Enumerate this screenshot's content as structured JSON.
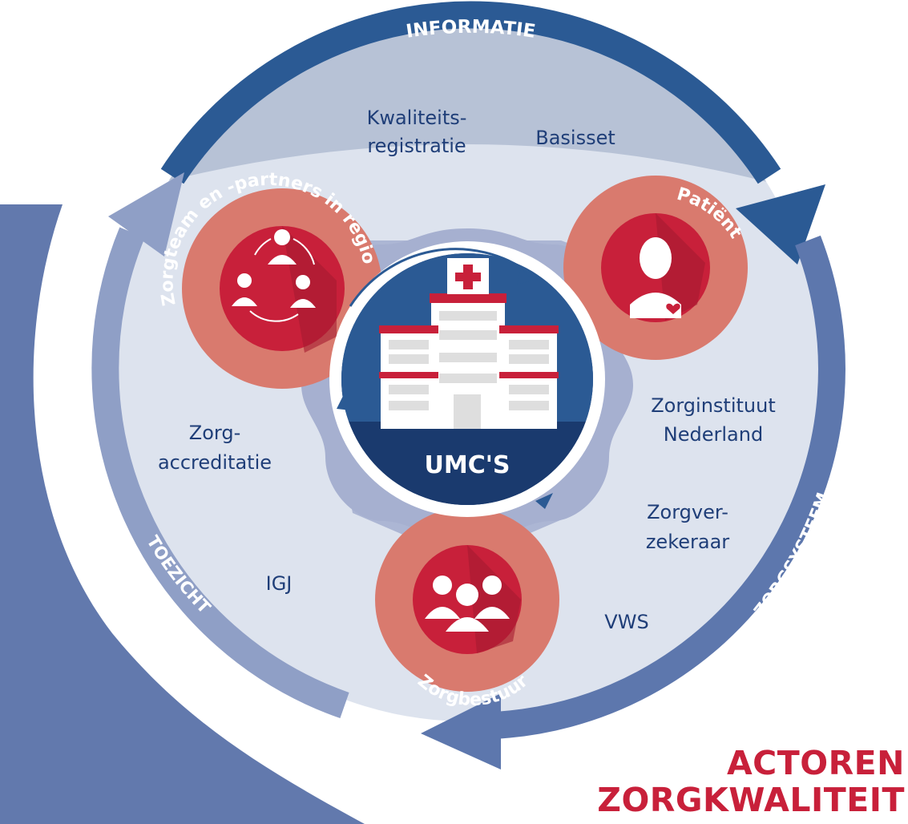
{
  "ring_labels": {
    "top": "INFORMATIE",
    "left": "TOEZICHT",
    "right": "ZORGSYSTEEM"
  },
  "actors": {
    "top_left": "Zorgteam en -partners in regio",
    "top_right": "Patiënt",
    "bottom": "Zorgbestuur"
  },
  "center": {
    "label": "UMC'S"
  },
  "labels": {
    "kwaliteit_line1": "Kwaliteits-",
    "kwaliteit_line2": "registratie",
    "basisset": "Basisset",
    "zorginstituut_line1": "Zorginstituut",
    "zorginstituut_line2": "Nederland",
    "zorgverzekeraar_line1": "Zorgver-",
    "zorgverzekeraar_line2": "zekeraar",
    "vws": "VWS",
    "igj": "IGJ",
    "accreditatie_line1": "Zorg-",
    "accreditatie_line2": "accreditatie"
  },
  "title": {
    "line1": "ACTOREN",
    "line2": "ZORGKWALITEIT"
  },
  "colors": {
    "navy": "#1f3e78",
    "dark_blue_arrow": "#2b5a94",
    "mid_blue": "#5d77ad",
    "light_blue": "#8f9fc6",
    "pale_bg": "#dde3ee",
    "top_sector": "#b7c2d6",
    "salmon": "#d97a6e",
    "crimson": "#c8203a"
  }
}
